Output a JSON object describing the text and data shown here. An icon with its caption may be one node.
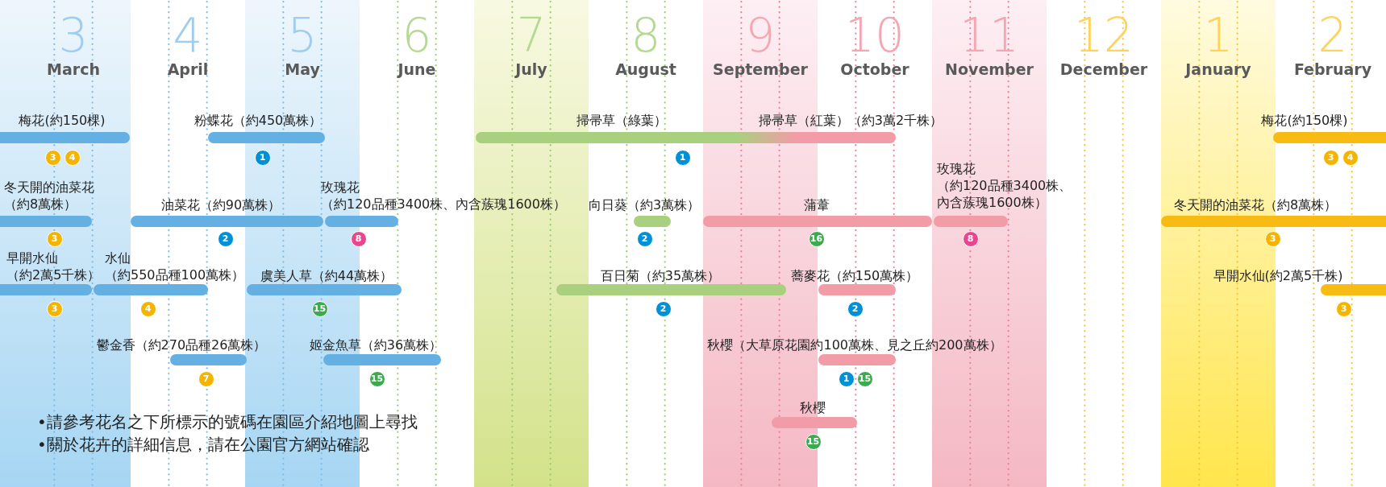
{
  "diagram": {
    "nodes": [
      {
        "text": [
          "梅花(約150棵)",
          "3",
          "4"
        ]
      },
      {
        "text": [
          "粉蝶花（約450萬株）",
          "1"
        ]
      },
      {
        "text": [
          "掃帚草（綠葉）",
          "掃帚草（紅葉）（約3萬2千株）",
          "1"
        ]
      },
      {
        "text": [
          "梅花(約150棵)",
          "3",
          "4"
        ]
      },
      {
        "text": [
          "冬天開的油菜花（約8萬株）",
          "3"
        ]
      },
      {
        "text": [
          "油菜花（約90萬株）",
          "2"
        ]
      },
      {
        "text": [
          "玫瑰花（約120品種3400株、內含蔟瑰1600株）",
          "8"
        ]
      },
      {
        "text": [
          "向日葵（約3萬株）",
          "2"
        ]
      },
      {
        "text": [
          "蒲葦",
          "16"
        ]
      },
      {
        "text": [
          "玫瑰花（約120品種3400株、內含蔟瑰1600株）",
          "8"
        ]
      },
      {
        "text": [
          "冬天開的油菜花（約8萬株）",
          "3"
        ]
      },
      {
        "text": [
          "早開水仙（約2萬5千株）",
          "3"
        ]
      },
      {
        "text": [
          "水仙（約550品種100萬株）",
          "4"
        ]
      },
      {
        "text": [
          "虞美人草（約44萬株）",
          "15"
        ]
      },
      {
        "text": [
          "百日菊（約35萬株）",
          "2"
        ]
      },
      {
        "text": [
          "蕎麥花（約150萬株）",
          "2"
        ]
      },
      {
        "text": [
          "早開水仙(約2萬5千株)",
          "3"
        ]
      },
      {
        "text": [
          "鬱金香（約270品種26萬株）",
          "7"
        ]
      },
      {
        "text": [
          "姬金魚草（約36萬株）",
          "15"
        ]
      },
      {
        "text": [
          "秋櫻（大草原花園約100萬株、見之丘約200萬株）",
          "1",
          "15"
        ]
      },
      {
        "text": [
          "秋櫻",
          "15"
        ]
      }
    ],
    "labels": [
      "3",
      "March",
      "4",
      "April",
      "5",
      "May",
      "6",
      "June",
      "7",
      "July",
      "8",
      "August",
      "9",
      "September",
      "10",
      "October",
      "11",
      "November",
      "12",
      "December",
      "1",
      "January",
      "2",
      "February",
      "•請參考花名之下所標示的號碼在園區介紹地圖上尋找",
      "•關於花卉的詳細信息，請在公園官方網站確認"
    ]
  }
}
